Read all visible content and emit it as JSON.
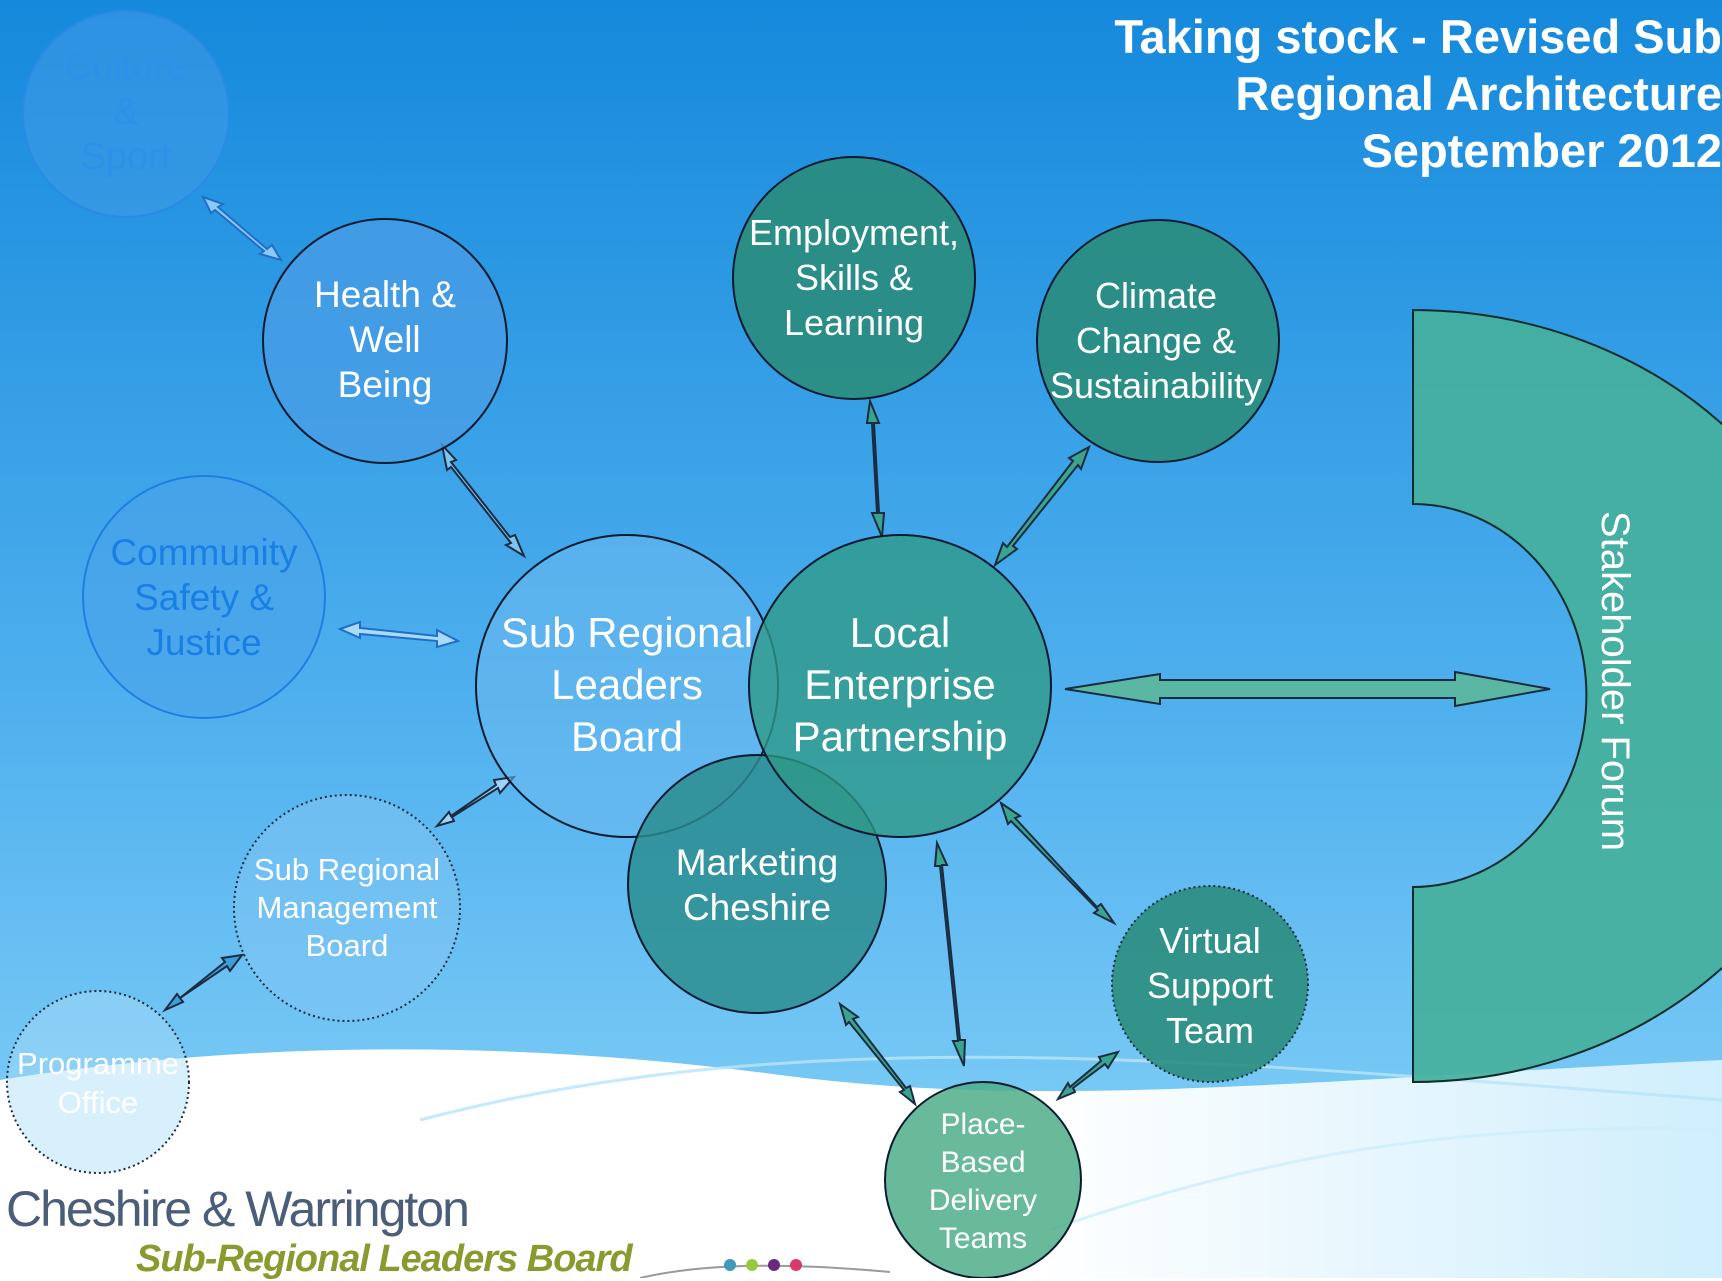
{
  "title": {
    "line1": "Taking stock - Revised Sub",
    "line2": "Regional Architecture",
    "line3": "September 2012"
  },
  "nodes": {
    "culture_sport": [
      "Culture",
      "&",
      "Sport"
    ],
    "health": [
      "Health &",
      "Well",
      "Being"
    ],
    "community": [
      "Community",
      "Safety &",
      "Justice"
    ],
    "srlb": [
      "Sub Regional",
      "Leaders",
      "Board"
    ],
    "lep": [
      "Local",
      "Enterprise",
      "Partnership"
    ],
    "employment": [
      "Employment,",
      "Skills &",
      "Learning"
    ],
    "climate": [
      "Climate",
      "Change &",
      "Sustainability"
    ],
    "marketing": [
      "Marketing",
      "Cheshire"
    ],
    "srmb": [
      "Sub Regional",
      "Management",
      "Board"
    ],
    "programme": [
      "Programme",
      "Office"
    ],
    "virtual": [
      "Virtual",
      "Support",
      "Team"
    ],
    "place": [
      "Place-",
      "Based",
      "Delivery",
      "Teams"
    ],
    "stakeholder": "Stakeholder Forum"
  },
  "logo": {
    "main": "Cheshire & Warrington",
    "sub": "Sub-Regional Leaders Board"
  },
  "colors": {
    "sky_top": "#1589dc",
    "sky_bottom": "#7fcdf6",
    "blue_node": "#3f9ae6",
    "teal_node": "#2a8c7c",
    "pale_node": "#6cb9ee",
    "light_text": "#ffffff",
    "faded_text": "#2f90e8"
  }
}
